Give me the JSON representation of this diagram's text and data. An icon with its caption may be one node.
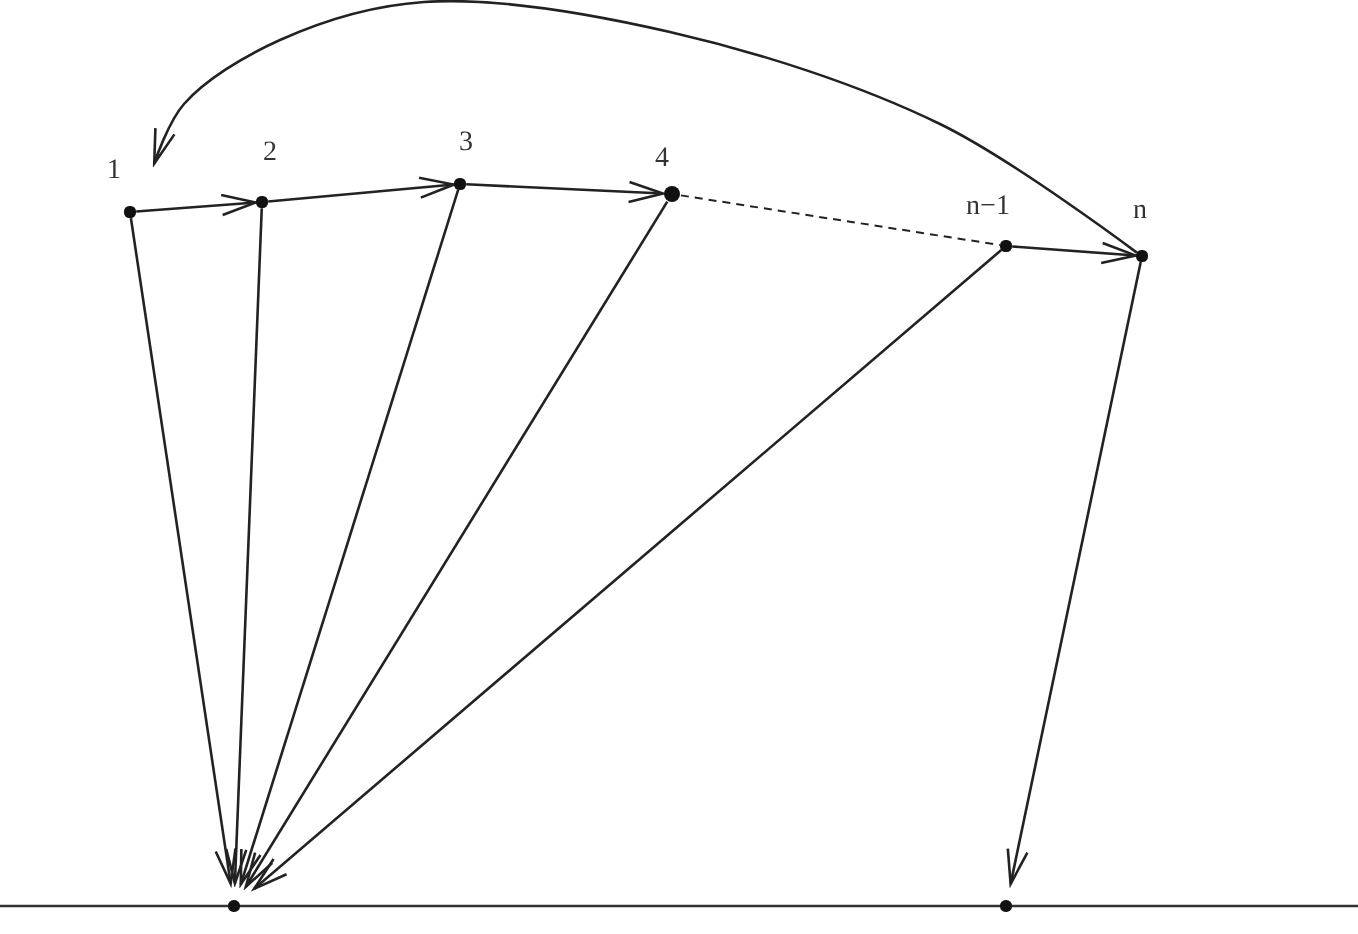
{
  "diagram": {
    "nodes": [
      {
        "text": [],
        "shape": "circle",
        "beside": [
          "1"
        ]
      },
      {
        "text": [],
        "shape": "circle",
        "beside": [
          "2"
        ]
      },
      {
        "text": [],
        "shape": "circle",
        "beside": [
          "3"
        ]
      },
      {
        "text": [],
        "shape": "circle",
        "beside": [
          "4"
        ]
      },
      {
        "text": [],
        "shape": "circle",
        "beside": [
          "n−1"
        ]
      },
      {
        "text": [],
        "shape": "circle",
        "beside": [
          "n"
        ]
      },
      {
        "text": [],
        "shape": "circle"
      },
      {
        "text": [],
        "shape": "circle"
      }
    ],
    "edges": [
      {
        "from": 0,
        "to": 1,
        "arrow": "to"
      },
      {
        "from": 1,
        "to": 2,
        "arrow": "to"
      },
      {
        "from": 2,
        "to": 3,
        "arrow": "to"
      },
      {
        "from": 3,
        "to": 4,
        "arrow": "none",
        "style": "dashed"
      },
      {
        "from": 4,
        "to": 5,
        "arrow": "to"
      },
      {
        "from": 5,
        "to": 0,
        "arrow": "to"
      },
      {
        "from": 0,
        "to": 6,
        "arrow": "to"
      },
      {
        "from": 1,
        "to": 6,
        "arrow": "to"
      },
      {
        "from": 2,
        "to": 6,
        "arrow": "to"
      },
      {
        "from": 3,
        "to": 6,
        "arrow": "to"
      },
      {
        "from": 4,
        "to": 6,
        "arrow": "to"
      },
      {
        "from": 5,
        "to": 7,
        "arrow": "to"
      }
    ]
  }
}
